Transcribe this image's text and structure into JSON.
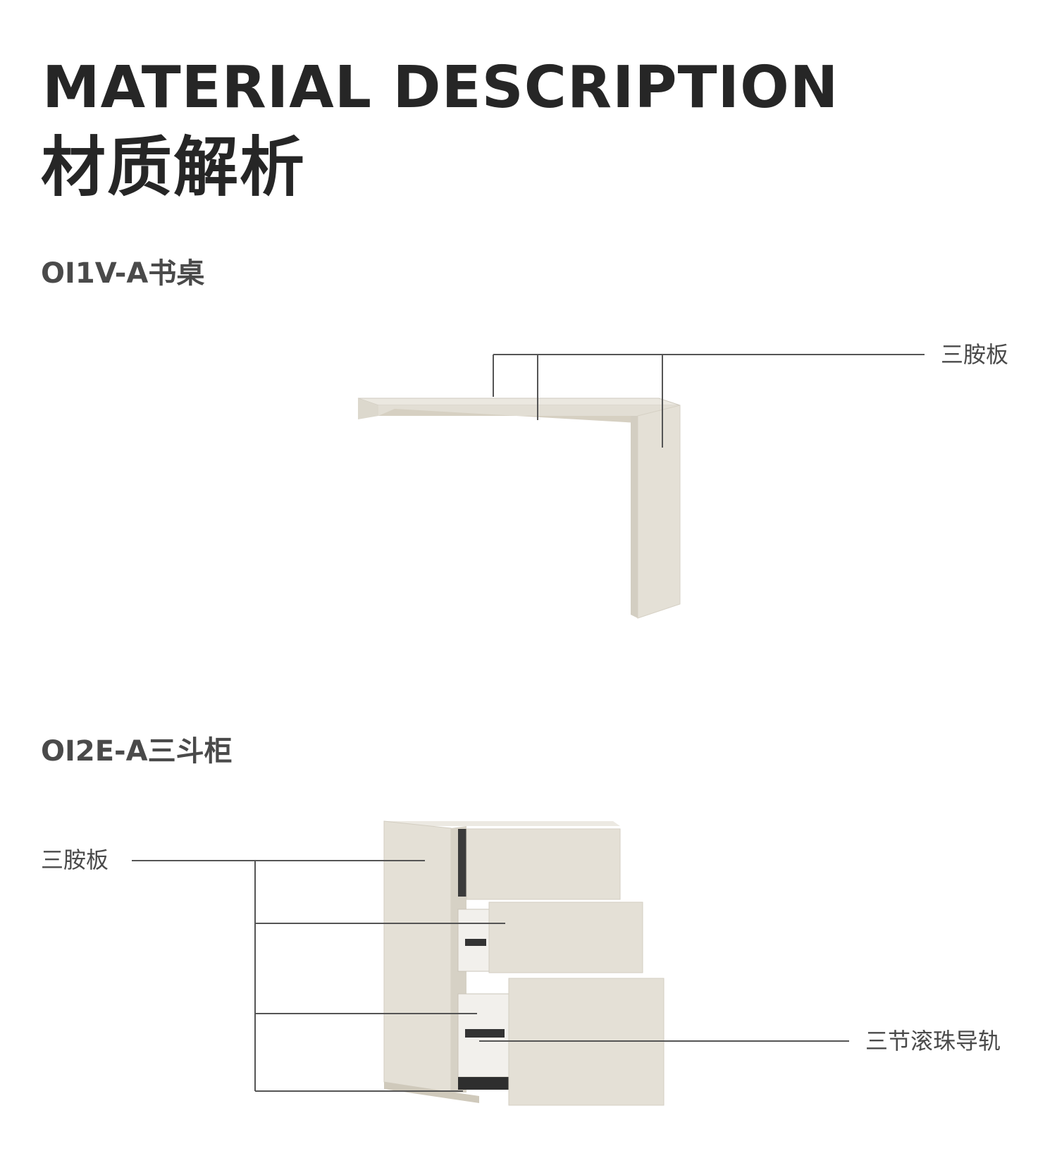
{
  "header": {
    "title_en": "MATERIAL DESCRIPTION",
    "title_cn": "材质解析"
  },
  "desk": {
    "label": "OI1V-A书桌",
    "callout": "三胺板"
  },
  "cabinet": {
    "label": "OI2E-A三斗柜",
    "callout_board": "三胺板",
    "callout_rail": "三节滚珠导轨"
  },
  "colors": {
    "furniture": "#e4e0d6",
    "furniture_shade": "#d2cdc1",
    "line": "#555555",
    "text": "#262626"
  }
}
